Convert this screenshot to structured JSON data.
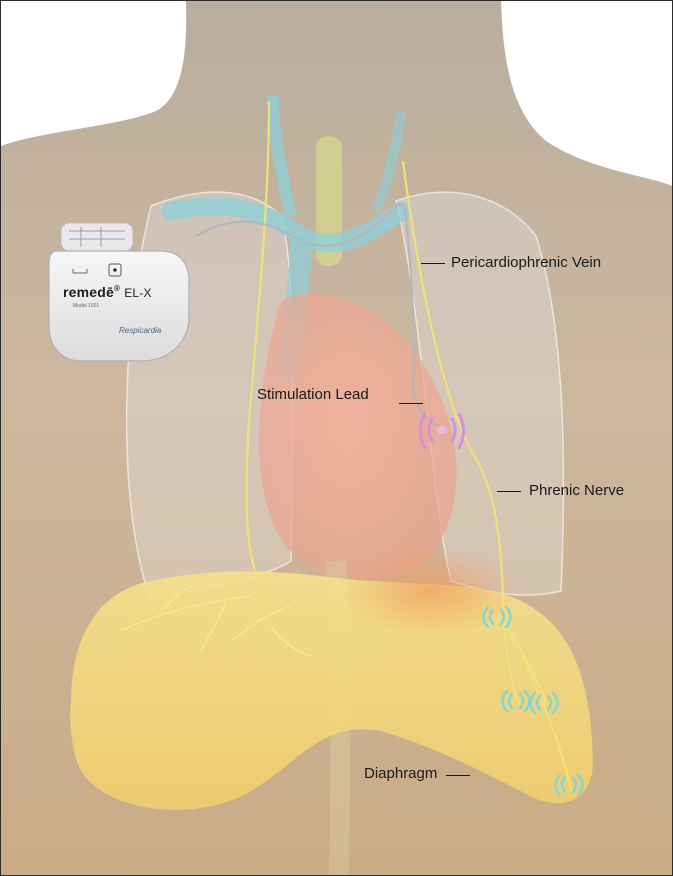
{
  "labels": {
    "pericardiophrenic_vein": "Pericardiophrenic Vein",
    "stimulation_lead": "Stimulation Lead",
    "phrenic_nerve": "Phrenic Nerve",
    "diaphragm": "Diaphragm"
  },
  "device": {
    "brand": "remedē",
    "model": "EL-X",
    "model_line": "Model 1001",
    "maker": "Respicardia"
  },
  "colors": {
    "skin": "#cdb89f",
    "vein": "#8ecfd8",
    "nerve": "#f0e27a",
    "heart": "#f0a898",
    "diaphragm": "#f3d878",
    "electrode": "#d88fd8"
  }
}
